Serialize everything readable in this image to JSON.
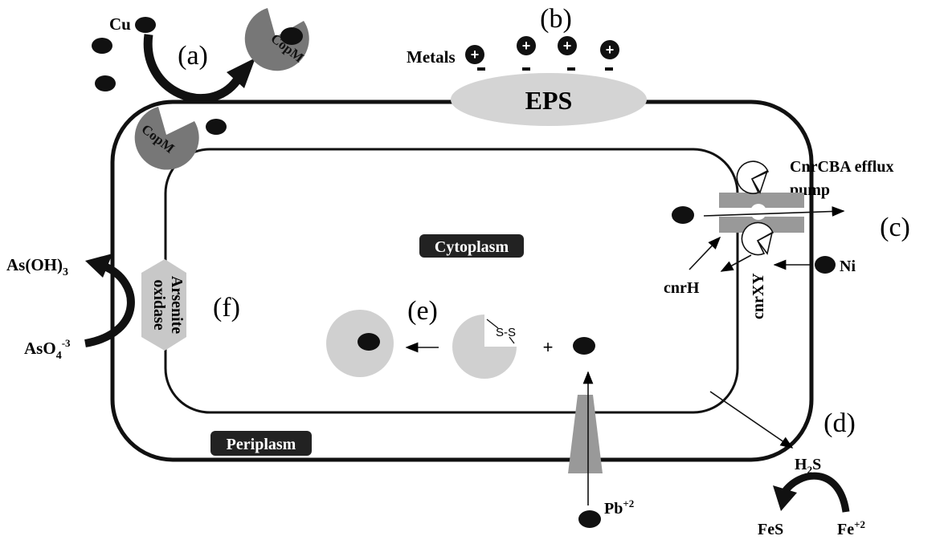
{
  "labels": {
    "a": "(a)",
    "b": "(b)",
    "c": "(c)",
    "d": "(d)",
    "e": "(e)",
    "f": "(f)"
  },
  "metals_label": "Metals",
  "cu_label": "Cu",
  "copm_label": "CopM",
  "eps_label": "EPS",
  "cytoplasm_label": "Cytoplasm",
  "periplasm_label": "Periplasm",
  "pump_label_line1": "CnrCBA efflux",
  "pump_label_line2": "pump",
  "cnrH_label": "cnrH",
  "cnrXY_label": "cnrXY",
  "ni_label": "Ni",
  "arsenite_line1": "Arsenite",
  "arsenite_line2": "oxidase",
  "asoh3_main": "As(OH)",
  "asoh3_sub": "3",
  "aso4_main": "AsO",
  "aso4_sub": "4",
  "aso4_sup": "-3",
  "ss_label": "S-S",
  "plus_sign": "+",
  "h2s_h": "H",
  "h2s_sub": "2",
  "h2s_s": "S",
  "fes_label": "FeS",
  "fe_main": "Fe",
  "fe_sup": "+2",
  "pb_main": "Pb",
  "pb_sup": "+2",
  "plus_symbol": "+",
  "minus_symbol": "−"
}
